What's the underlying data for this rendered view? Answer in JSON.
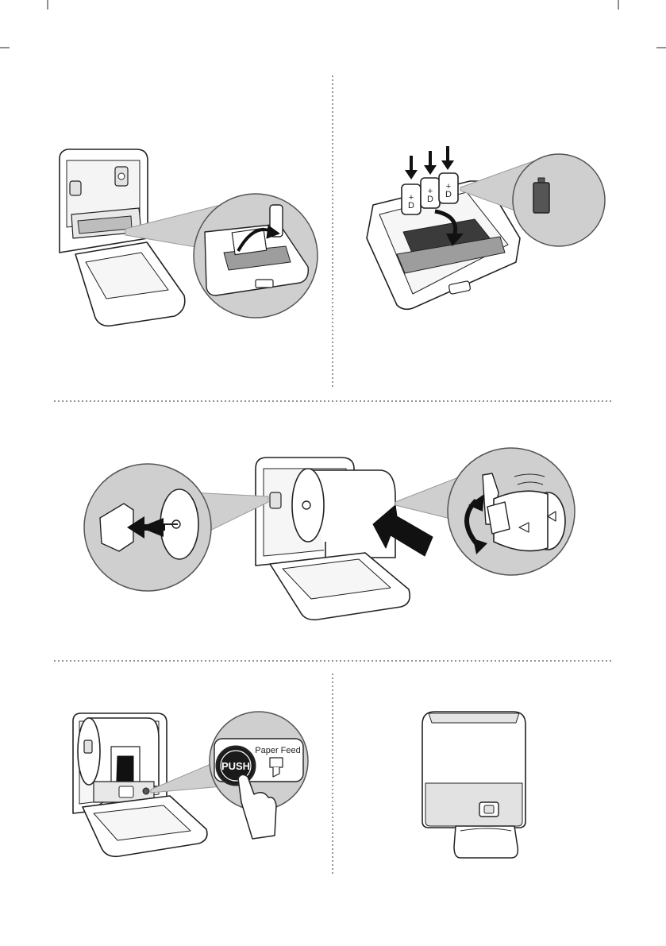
{
  "step4": {
    "push_label": "PUSH",
    "paper_feed_label": "Paper Feed"
  },
  "step2": {
    "battery_labels": [
      "D",
      "D",
      "D"
    ],
    "battery_plus": "+",
    "battery_minus": "−"
  },
  "colors": {
    "line": "#222222",
    "callout_fill": "#cfcfcf",
    "callout_edge": "#9a9a9a",
    "arrow": "#111111",
    "battery_fill": "#555555"
  }
}
